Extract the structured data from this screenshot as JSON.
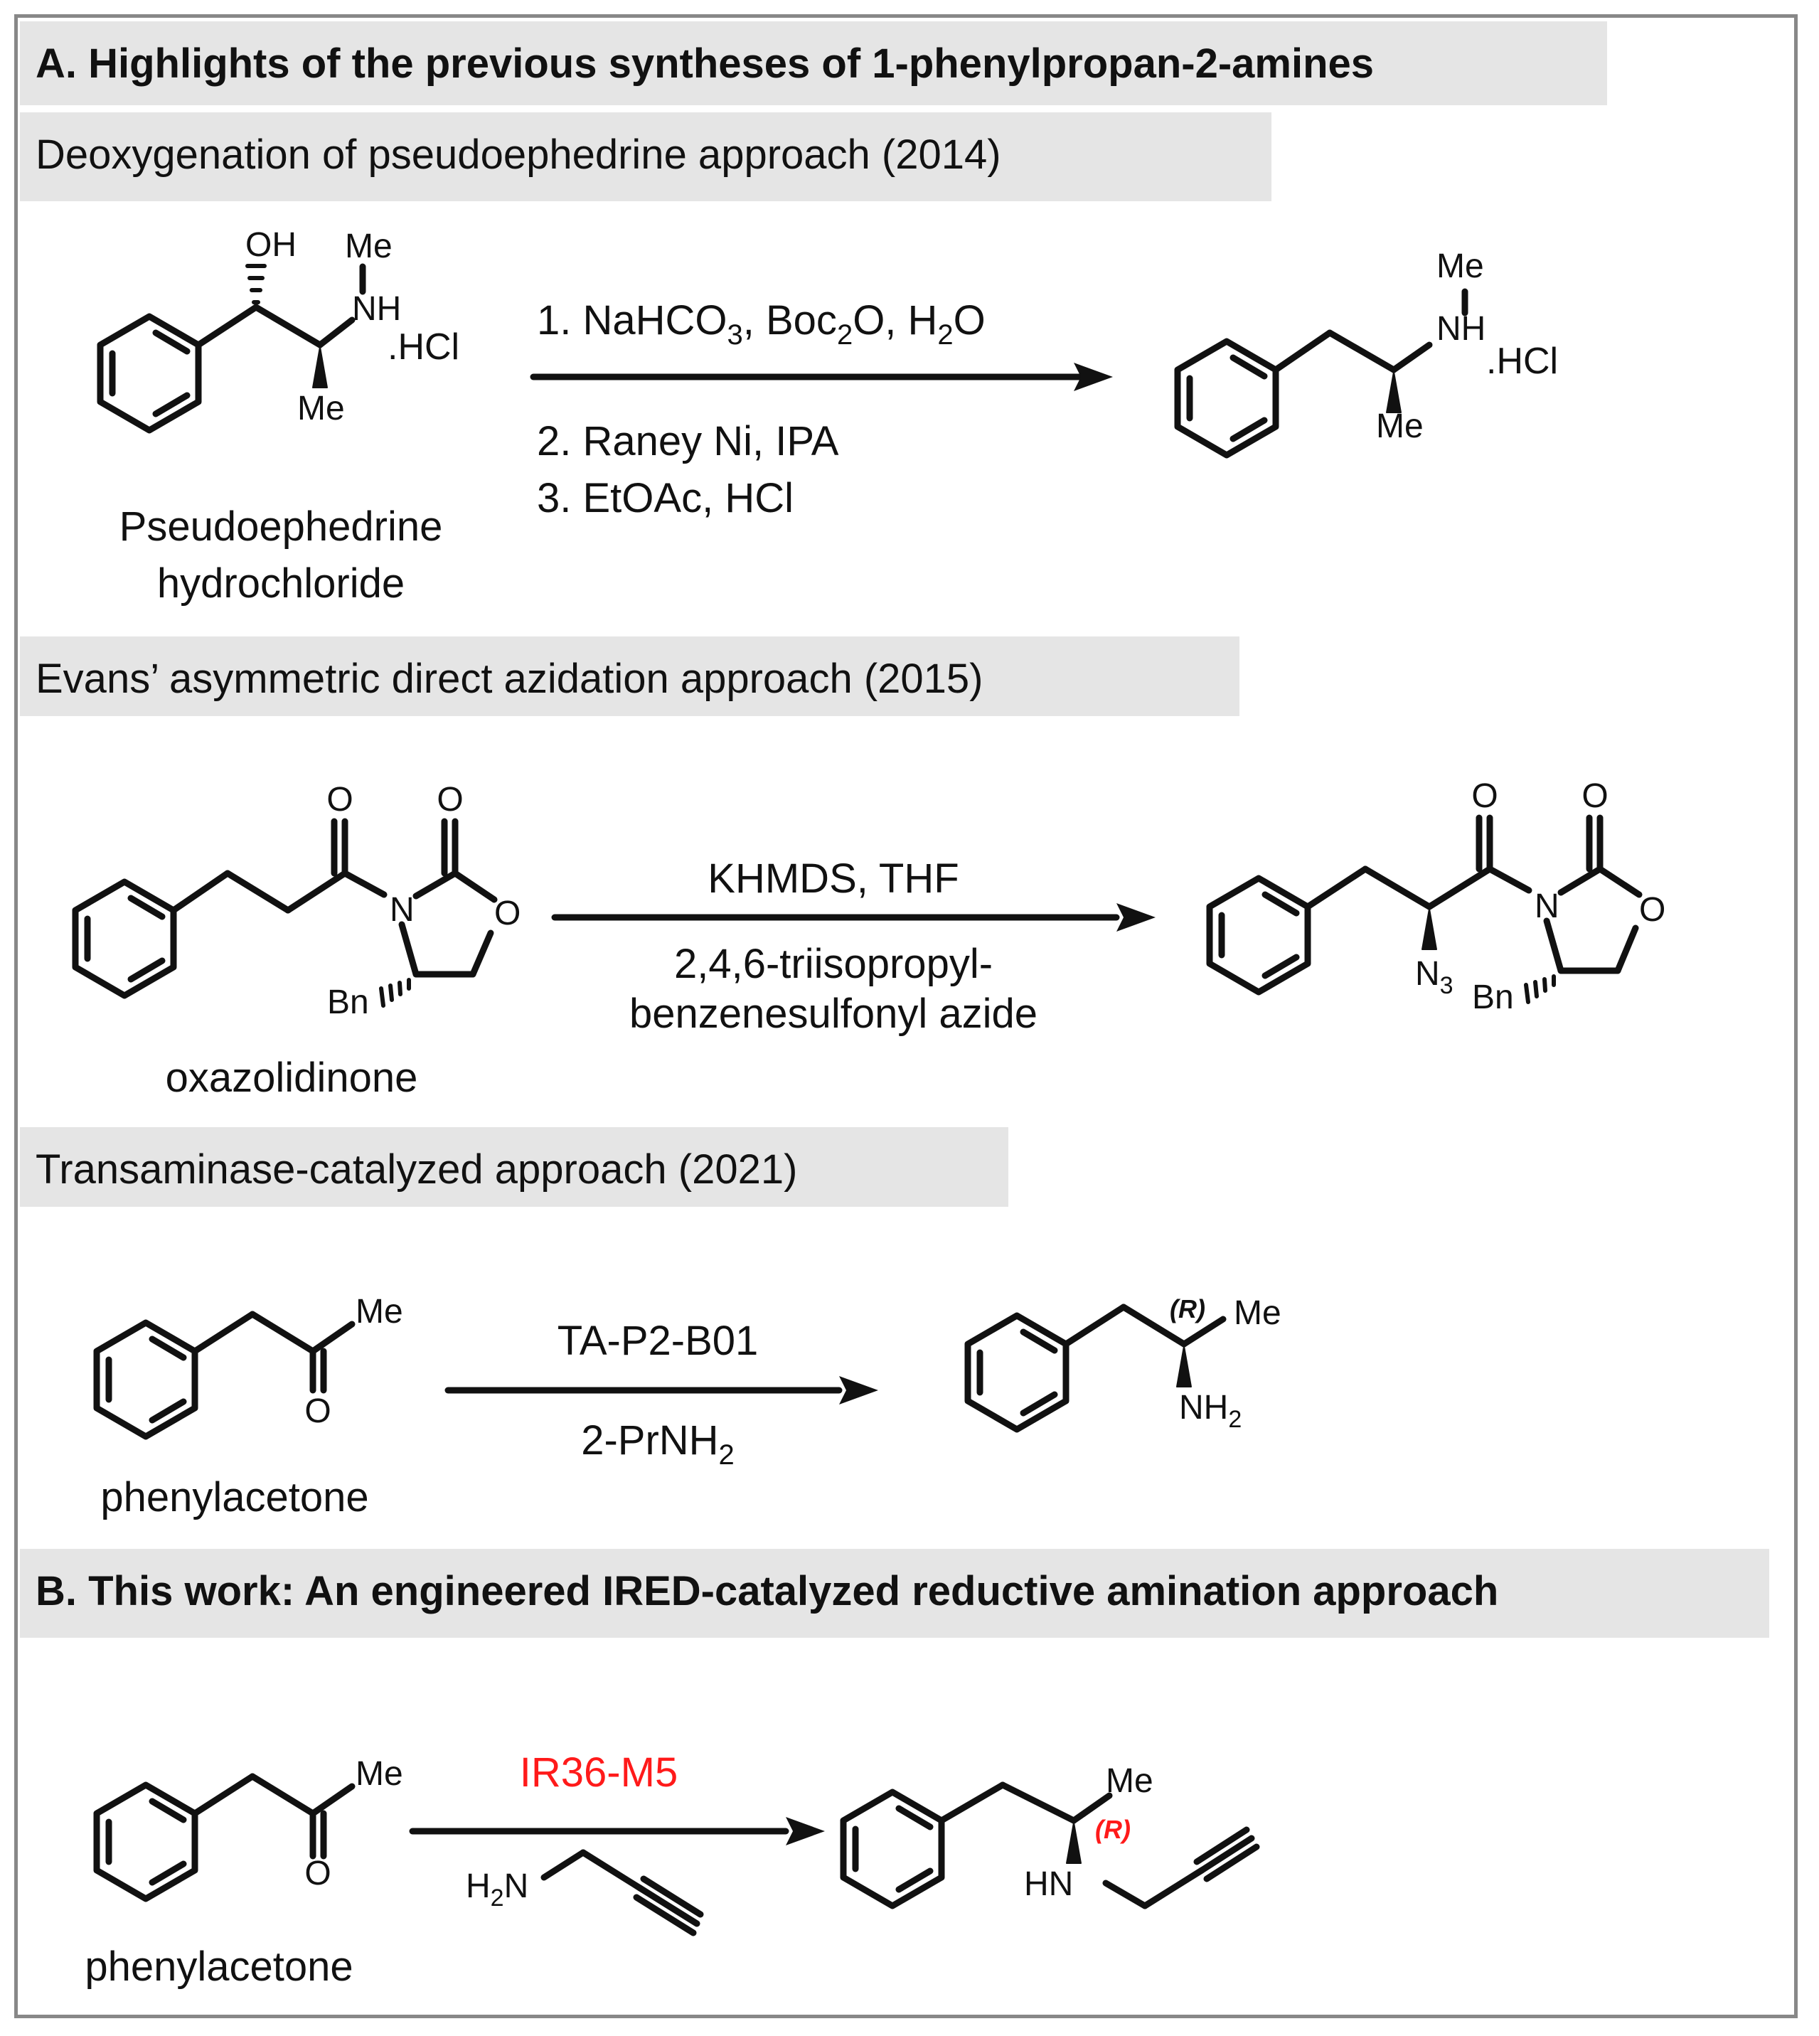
{
  "section_a": {
    "title": "A. Highlights of the previous syntheses of 1-phenylpropan-2-amines",
    "routes": [
      {
        "heading": "Deoxygenation of pseudoephedrine approach (2014)",
        "start_name_line1": "Pseudoephedrine",
        "start_name_line2": "hydrochloride",
        "cond1_a": "1. NaHCO",
        "cond1_b": "3",
        "cond1_c": ", Boc",
        "cond1_d": "2",
        "cond1_e": "O, H",
        "cond1_f": "2",
        "cond1_g": "O",
        "cond2": "2. Raney Ni, IPA",
        "cond3": "3. EtOAc, HCl",
        "atoms": {
          "oh": "OH",
          "me": "Me",
          "nh": "NH",
          "hcl": ".HCl"
        }
      },
      {
        "heading": "Evans’ asymmetric direct azidation approach (2015)",
        "start_name": "oxazolidinone",
        "reagent_top": "KHMDS, THF",
        "reagent_bottom_1": "2,4,6-triisopropyl-",
        "reagent_bottom_2": "benzenesulfonyl azide",
        "atoms": {
          "o": "O",
          "n": "N",
          "bn": "Bn",
          "n3": "N",
          "n3_sub": "3"
        }
      },
      {
        "heading": "Transaminase-catalyzed approach (2021)",
        "start_name": "phenylacetone",
        "reagent_top": "TA-P2-B01",
        "reagent_bottom": "2-PrNH",
        "reagent_bottom_sub": "2",
        "atoms": {
          "me": "Me",
          "o": "O",
          "r": "(R)",
          "nh2": "NH",
          "nh2_sub": "2"
        }
      }
    ]
  },
  "section_b": {
    "title": "B. This work: An engineered IRED-catalyzed reductive amination approach",
    "start_name": "phenylacetone",
    "enzyme": "IR36-M5",
    "enzyme_color": "#ff1a1a",
    "amine_h2n": "H",
    "amine_h2n_sub": "2",
    "amine_h2n_n": "N",
    "atoms": {
      "me": "Me",
      "o": "O",
      "r": "(R)",
      "hn": "HN"
    }
  },
  "colors": {
    "band": "#e5e5e5",
    "frame": "#888888",
    "ink": "#111111",
    "stereo_red": "#ff1a1a"
  }
}
